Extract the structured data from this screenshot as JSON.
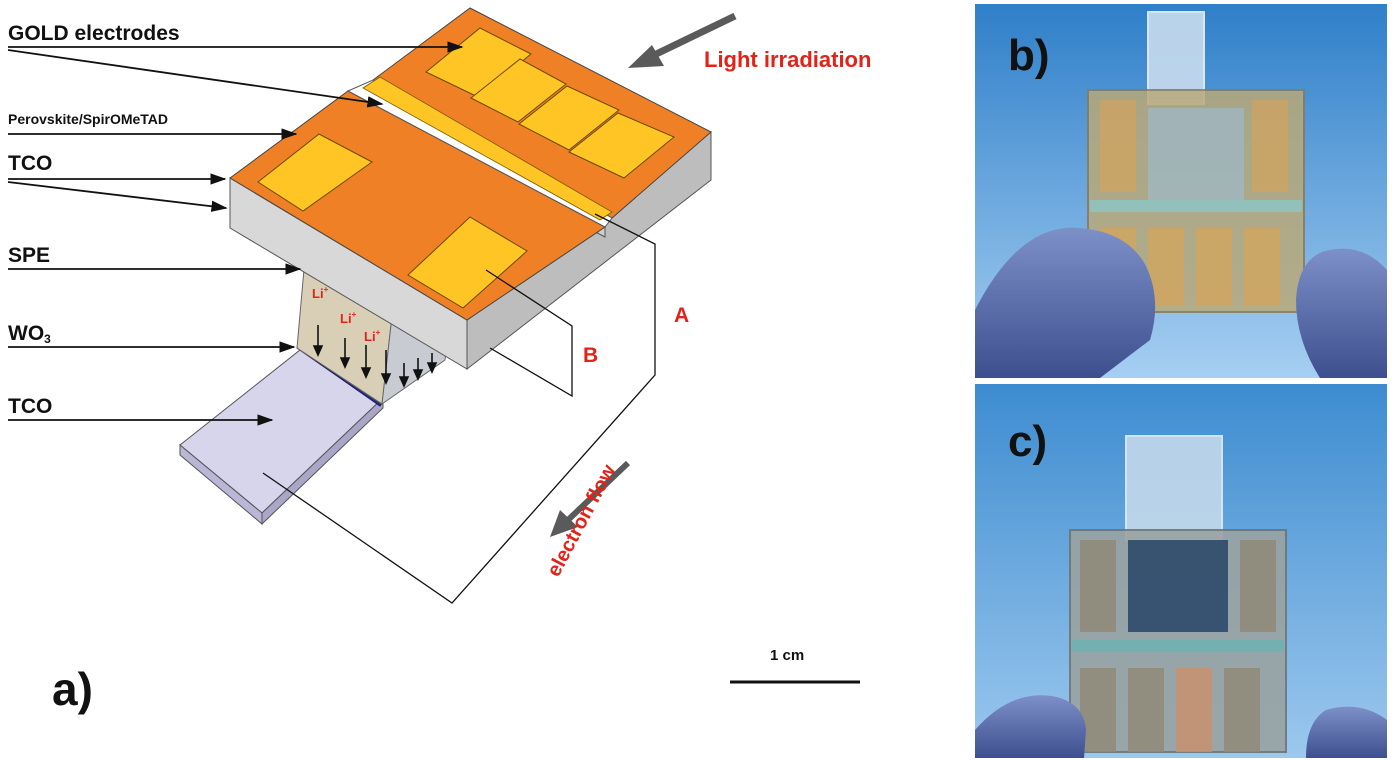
{
  "panel_a": {
    "panel_label": "a)",
    "labels": {
      "gold": "GOLD electrodes",
      "perovskite": "Perovskite/SpirOMeTAD",
      "tco_top": "TCO",
      "spe": "SPE",
      "wo3_main": "WO",
      "wo3_sub": "3",
      "tco_bottom": "TCO",
      "light": "Light irradiation",
      "circuit_a": "A",
      "circuit_b": "B",
      "electron_flow": "electron flow",
      "ion": "Li",
      "ion_charge": "+",
      "scale": "1 cm"
    },
    "colors": {
      "perovskite_orange": "#F08025",
      "gold_yellow": "#FFC524",
      "tco_grey": "#D8D8D8",
      "spe_beige": "#D9CFB6",
      "wo3_blue": "#2A2B8E",
      "substrate_lavender": "#D7D5EC",
      "annotation_red": "#E2231A"
    }
  },
  "panel_b": {
    "panel_label": "b)"
  },
  "panel_c": {
    "panel_label": "c)"
  }
}
